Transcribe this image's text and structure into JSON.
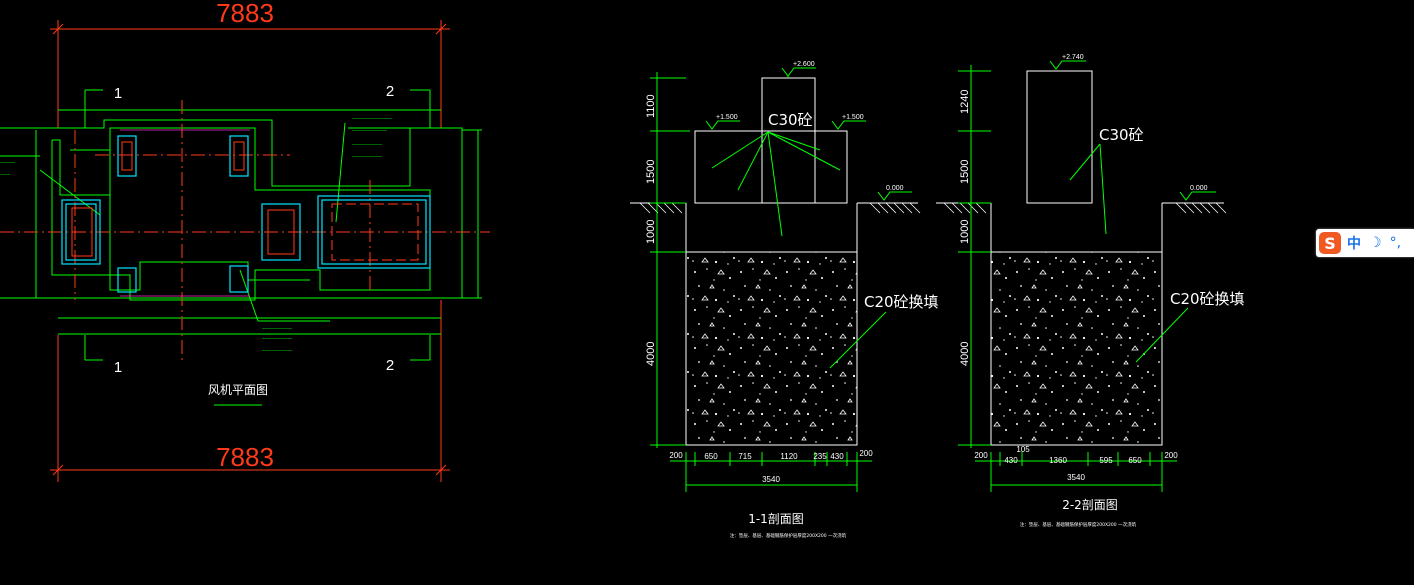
{
  "plan": {
    "dim_total": "7883",
    "section_1": "1",
    "section_2": "2",
    "title": "风机平面图"
  },
  "section11": {
    "elev_top": "+2.600",
    "elev_left": "+1.500",
    "elev_right": "+1.500",
    "elev_ground": "0.000",
    "label_c30": "C30砼",
    "label_c20": "C20砼换填",
    "v_dims": [
      "1100",
      "1500",
      "1000",
      "4000"
    ],
    "b_dims": [
      "200",
      "650",
      "715",
      "1120",
      "235",
      "430",
      "200"
    ],
    "total": "3540",
    "title": "1-1剖面图",
    "note": "注：垫层、基层、基础钢筋保护层厚度200X200 一次浇筑"
  },
  "section22": {
    "elev_top": "+2.740",
    "elev_ground": "0.000",
    "label_c30": "C30砼",
    "label_c20": "C20砼换填",
    "v_dims": [
      "1240",
      "1500",
      "1000",
      "4000"
    ],
    "b_dims": [
      "200",
      "430",
      "1360",
      "595",
      "650",
      "200"
    ],
    "small_dim": "105",
    "total": "3540",
    "title": "2-2剖面图",
    "note": "注：垫层、基层、基础钢筋保护层厚度200X200 一次浇筑"
  },
  "ime": {
    "mode": "中"
  },
  "colors": {
    "green": "#00ff00",
    "red": "#ff3a1a",
    "white": "#ffffff",
    "cyan": "#00e5ff",
    "magenta": "#ff2bd6"
  }
}
